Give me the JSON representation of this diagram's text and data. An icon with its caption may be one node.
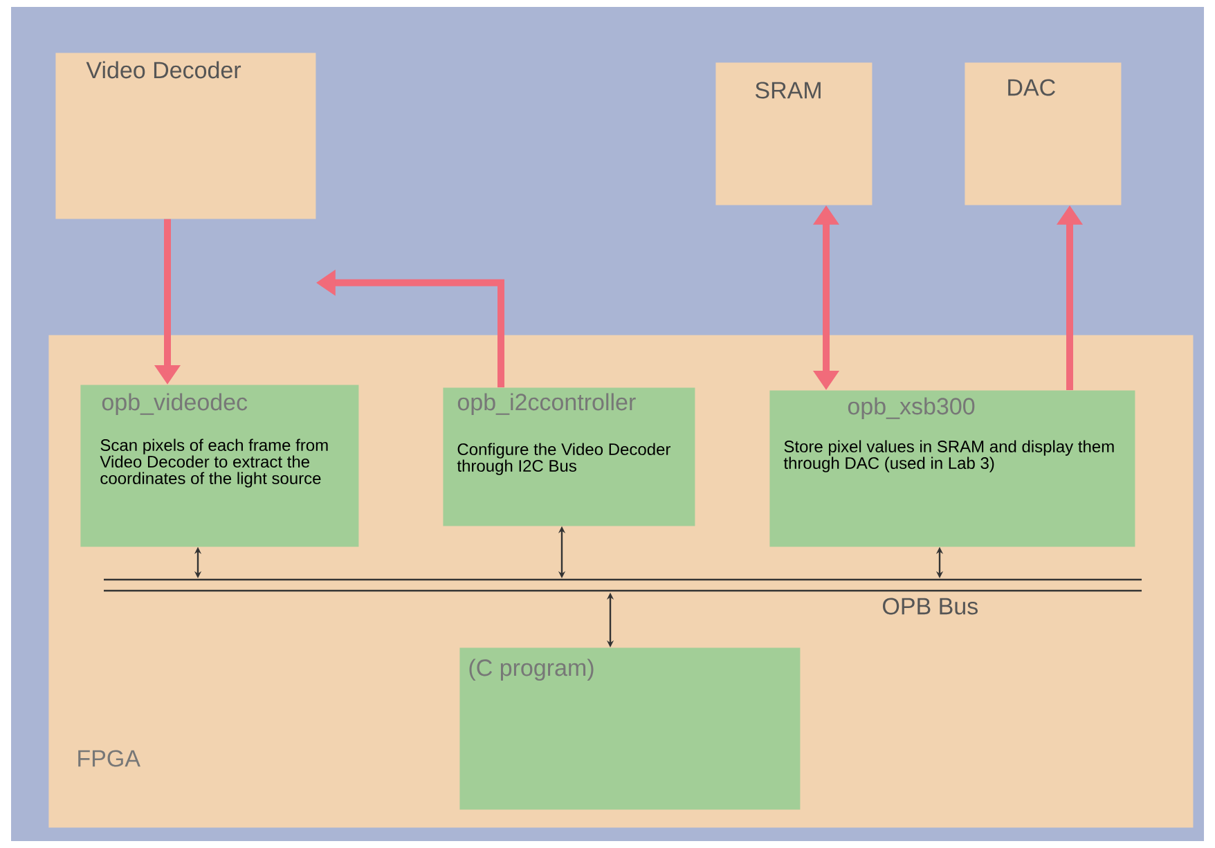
{
  "diagram": {
    "nodes": [
      {
        "text": [
          "Video Decoder"
        ]
      },
      {
        "text": [
          "SRAM"
        ]
      },
      {
        "text": [
          "DAC"
        ]
      },
      {
        "text": [
          "FPGA"
        ]
      },
      {
        "text": [
          "opb_videodec",
          "Scan pixels of each frame from Video Decoder to extract the coordinates of the light source"
        ],
        "in": 3
      },
      {
        "text": [
          "opb_i2ccontroller",
          "Configure the Video Decoder through I2C Bus"
        ],
        "in": 3
      },
      {
        "text": [
          "opb_xsb300",
          "Store pixel values in SRAM and display them through DAC (used in Lab 3)"
        ],
        "in": 3
      },
      {
        "text": [
          "(C program)"
        ],
        "in": 3
      },
      {
        "text": [],
        "shape": "bar",
        "beside": [
          "OPB Bus"
        ],
        "in": 3
      }
    ],
    "edges": [
      {
        "from": 0,
        "to": 4,
        "arrow": "to",
        "style": "thick",
        "color": "#f16b7a"
      },
      {
        "from": 5,
        "to": 0,
        "arrow": "to",
        "style": "thick",
        "color": "#f16b7a"
      },
      {
        "from": 1,
        "to": 6,
        "arrow": "both",
        "style": "thick",
        "color": "#f16b7a"
      },
      {
        "from": 6,
        "to": 2,
        "arrow": "to",
        "style": "thick",
        "color": "#f16b7a"
      },
      {
        "from": 4,
        "to": 8,
        "arrow": "both",
        "color": "#333333"
      },
      {
        "from": 5,
        "to": 8,
        "arrow": "both",
        "color": "#333333"
      },
      {
        "from": 6,
        "to": 8,
        "arrow": "both",
        "color": "#333333"
      },
      {
        "from": 7,
        "to": 8,
        "arrow": "both",
        "color": "#333333"
      }
    ]
  }
}
